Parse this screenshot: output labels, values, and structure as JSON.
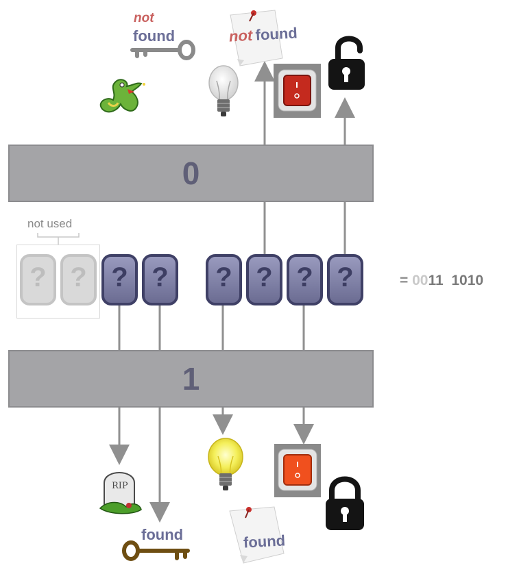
{
  "bands": [
    {
      "label": "0"
    },
    {
      "label": "1"
    }
  ],
  "unused": {
    "label": "not used"
  },
  "cards": [
    {
      "glyph": "?",
      "used": false
    },
    {
      "glyph": "?",
      "used": false
    },
    {
      "glyph": "?",
      "used": true
    },
    {
      "glyph": "?",
      "used": true
    },
    {
      "glyph": "?",
      "used": true
    },
    {
      "glyph": "?",
      "used": true
    },
    {
      "glyph": "?",
      "used": true
    },
    {
      "glyph": "?",
      "used": true
    }
  ],
  "binary": {
    "equals": "=",
    "dim": "00",
    "strong": "11  1010"
  },
  "top": {
    "key_not": "not",
    "key_found": "found",
    "note_not": "not",
    "note_found": "found"
  },
  "bottom": {
    "key_found": "found",
    "note_found": "found",
    "rip_text": "RIP"
  },
  "colors": {
    "band": "#a4a4a7",
    "card": "#7e7fa3",
    "arrow": "#909090",
    "bulb_on": "#f4ef5a",
    "switch_red": "#c42a1e",
    "switch_orange": "#f0501e"
  }
}
